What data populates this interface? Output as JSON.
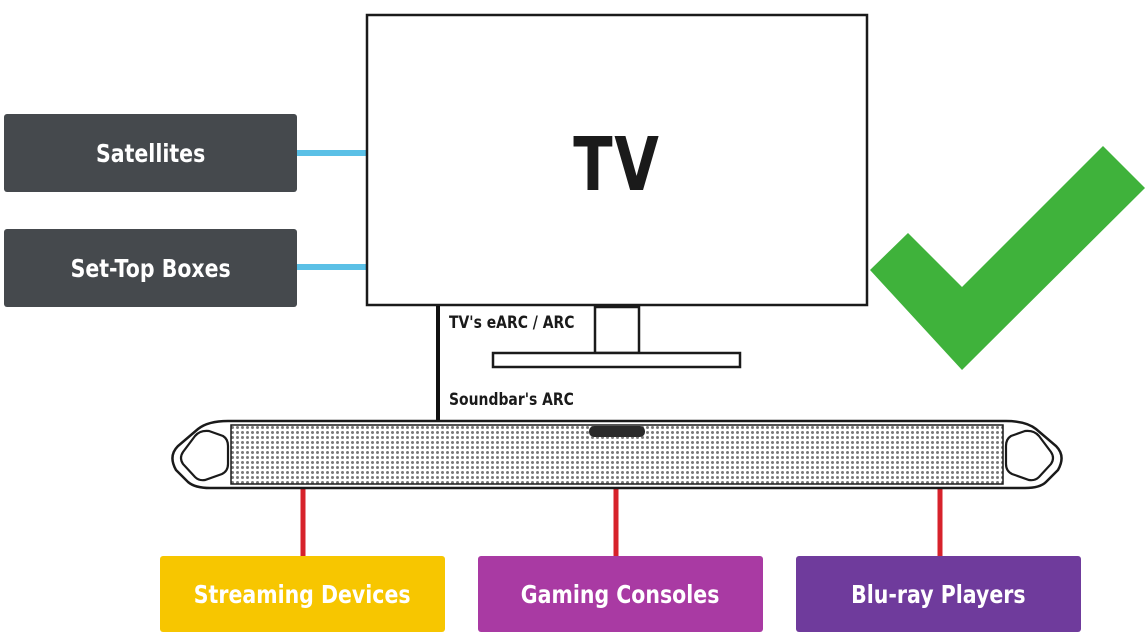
{
  "tv": {
    "title": "TV"
  },
  "connections": {
    "tv_port_label": "TV's eARC / ARC",
    "soundbar_port_label": "Soundbar's ARC"
  },
  "left_devices": [
    {
      "label": "Satellites",
      "color": "#45494d"
    },
    {
      "label": "Set-Top Boxes",
      "color": "#45494d"
    }
  ],
  "bottom_devices": [
    {
      "label": "Streaming Devices",
      "color": "#f7c600"
    },
    {
      "label": "Gaming Consoles",
      "color": "#a93aa3"
    },
    {
      "label": "Blu-ray Players",
      "color": "#6f3b9c"
    }
  ],
  "colors": {
    "tv_link": "#5bc0e6",
    "soundbar_link": "#d7222b",
    "arc_cable": "#111111",
    "checkmark": "#3fb23b"
  },
  "icons": {
    "check": "checkmark-icon"
  }
}
